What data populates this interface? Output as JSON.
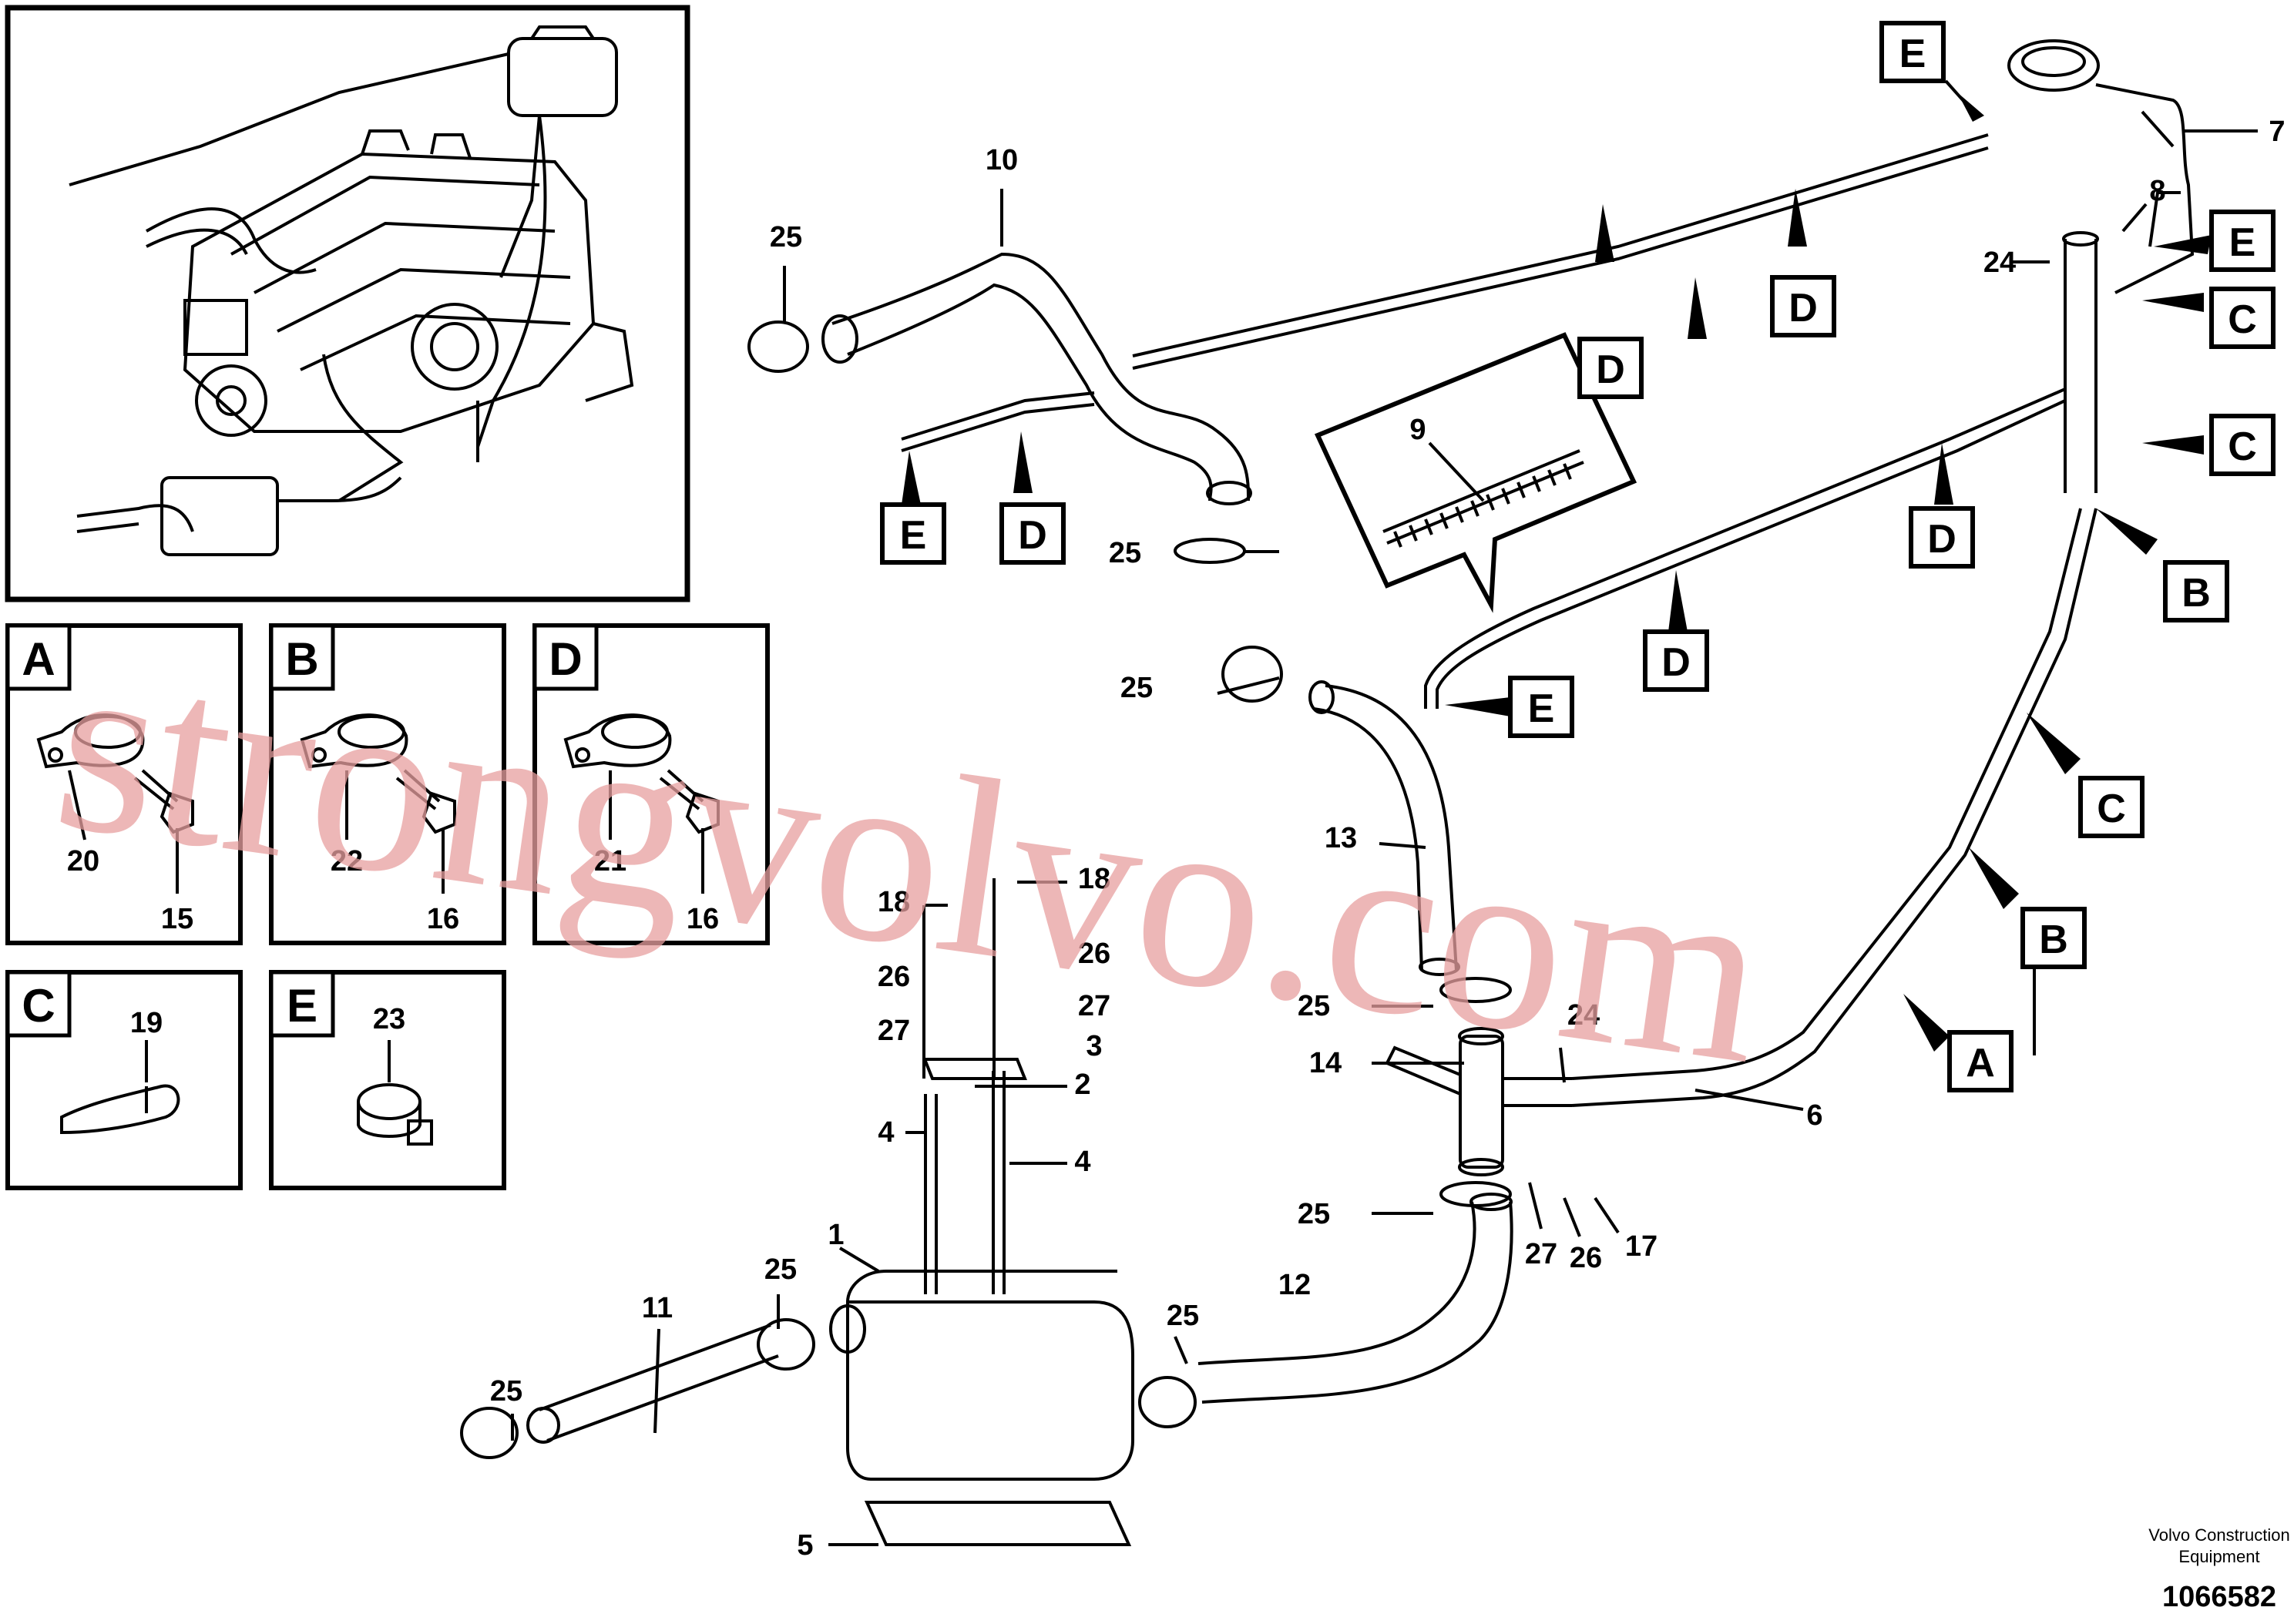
{
  "watermark": "strongvolvo.com",
  "footer": {
    "company_line1": "Volvo Construction",
    "company_line2": "Equipment",
    "drawing_number": "1066582"
  },
  "clip_legends": [
    {
      "letter": "A",
      "bracket_no": "20",
      "bolt_no": "15"
    },
    {
      "letter": "B",
      "bracket_no": "22",
      "bolt_no": "16"
    },
    {
      "letter": "D",
      "bracket_no": "21",
      "bolt_no": "16"
    },
    {
      "letter": "C",
      "part_no": "19"
    },
    {
      "letter": "E",
      "part_no": "23"
    }
  ],
  "detail_callout": {
    "part_no": "9"
  },
  "callouts": {
    "p1": "1",
    "p2": "2",
    "p3": "3",
    "p4a": "4",
    "p4b": "4",
    "p5": "5",
    "p6": "6",
    "p7": "7",
    "p8": "8",
    "p10": "10",
    "p11": "11",
    "p12": "12",
    "p13": "13",
    "p14": "14",
    "p17": "17",
    "p18a": "18",
    "p18b": "18",
    "p24a": "24",
    "p24b": "24",
    "p25a": "25",
    "p25b": "25",
    "p25c": "25",
    "p25d": "25",
    "p25e": "25",
    "p25f": "25",
    "p25g": "25",
    "p26a": "26",
    "p26b": "26",
    "p26c": "26",
    "p27a": "27",
    "p27b": "27",
    "p27c": "27"
  },
  "route_labels": {
    "e1": "E",
    "e2": "E",
    "e3": "E",
    "e4": "E",
    "d1": "D",
    "d2": "D",
    "d3": "D",
    "d4": "D",
    "d5": "D",
    "c1": "C",
    "c2": "C",
    "c3": "C",
    "b1": "B",
    "b2": "B",
    "a1": "A"
  }
}
